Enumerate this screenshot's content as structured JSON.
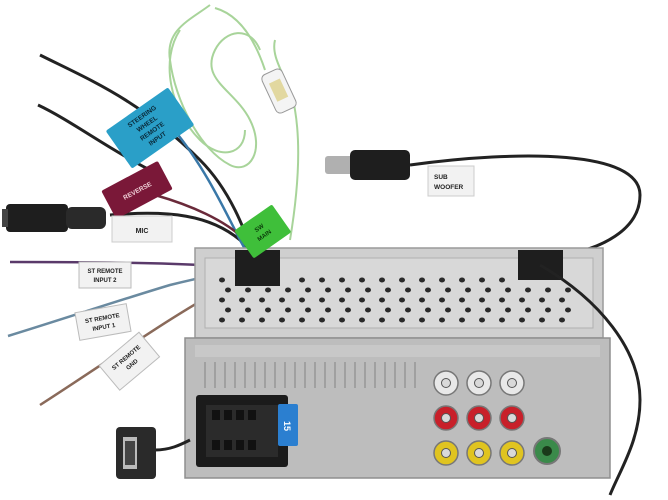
{
  "labels": {
    "steering": [
      "STEERING",
      "WHEEL",
      "REMOTE",
      "INPUT"
    ],
    "reverse": "REVERSE",
    "mic": "MIC",
    "sw_main": [
      "SW",
      "MAIN"
    ],
    "st_remote_2": [
      "ST REMOTE",
      "INPUT 2"
    ],
    "st_remote_1": [
      "ST REMOTE",
      "INPUT 1"
    ],
    "st_remote_gnd": [
      "ST REMOTE",
      "GND"
    ],
    "sub_woofer": [
      "SUB",
      "WOOFER"
    ],
    "fuse_rating": "15"
  },
  "colors": {
    "steering_tag": "#2a9fc8",
    "reverse_tag": "#7a1838",
    "sw_main_tag": "#3fbf3a",
    "white_tag": "#f2f2f2",
    "chassis": "#cfcfcf",
    "face_plate": "#bdbdbd",
    "antenna_wire": "#a8d49a",
    "rca_red": "#c8202a",
    "rca_yellow": "#e0c420",
    "rca_white": "#e8e8e8",
    "fuse_blue": "#2b7fd0"
  }
}
